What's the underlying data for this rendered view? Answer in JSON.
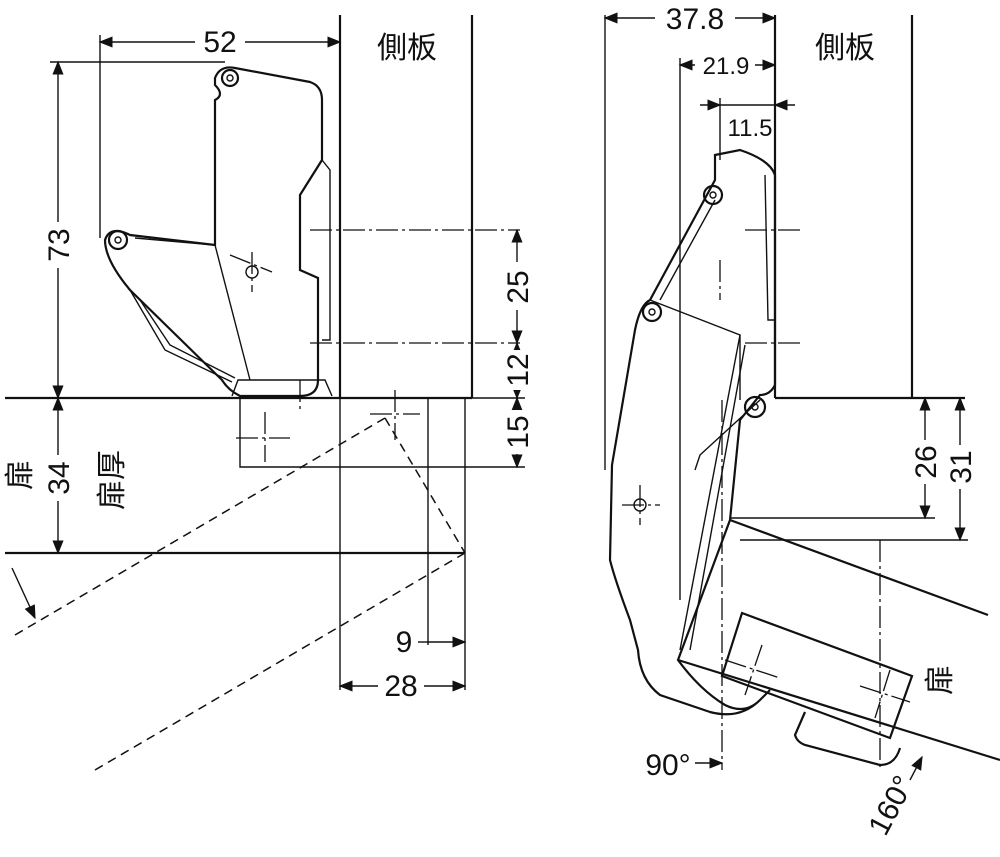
{
  "left_view": {
    "dim_width": "52",
    "dim_height": "73",
    "side_panel_label": "側板",
    "dim_25": "25",
    "dim_12": "12",
    "dim_15": "15",
    "door_label": "扉",
    "door_thickness_value": "34",
    "door_thickness_label": "扉厚",
    "dim_9": "9",
    "dim_28": "28"
  },
  "right_view": {
    "dim_37_8": "37.8",
    "dim_21_9": "21.9",
    "dim_11_5": "11.5",
    "side_panel_label": "側板",
    "dim_26": "26",
    "dim_31": "31",
    "door_label": "扉",
    "angle_90": "90°",
    "angle_160": "160°"
  }
}
